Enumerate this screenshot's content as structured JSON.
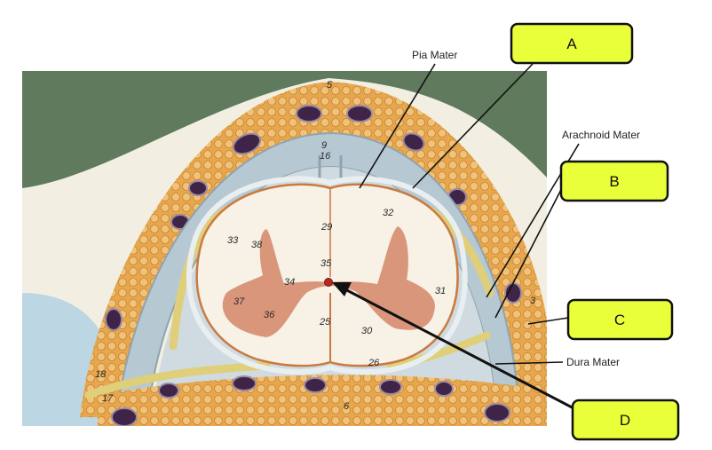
{
  "labels": {
    "pia_mater": "Pia Mater",
    "arachnoid_mater": "Arachnoid Mater",
    "dura_mater": "Dura Mater"
  },
  "boxes": {
    "a": "A",
    "b": "B",
    "c": "C",
    "d": "D"
  },
  "model_numbers": {
    "n5": "5",
    "n9": "9",
    "n16": "16",
    "n29": "29",
    "n32": "32",
    "n33": "33",
    "n38": "38",
    "n35": "35",
    "n34": "34",
    "n37": "37",
    "n36": "36",
    "n25": "25",
    "n30": "30",
    "n31": "31",
    "n26": "26",
    "n3": "3",
    "n18": "18",
    "n17": "17",
    "n6": "6"
  },
  "colors": {
    "box_fill": "#e8ff3a",
    "background_green": "#5f7a5c",
    "model_cream": "#f2efe2",
    "fat_orange": "#e3a24a",
    "vein_purple": "#3f2448",
    "membrane_blue": "#b6c9d3",
    "cord_white": "#f7f1e6",
    "gray_matter": "#d9967a",
    "nerve_yellow": "#e0cf7a"
  }
}
